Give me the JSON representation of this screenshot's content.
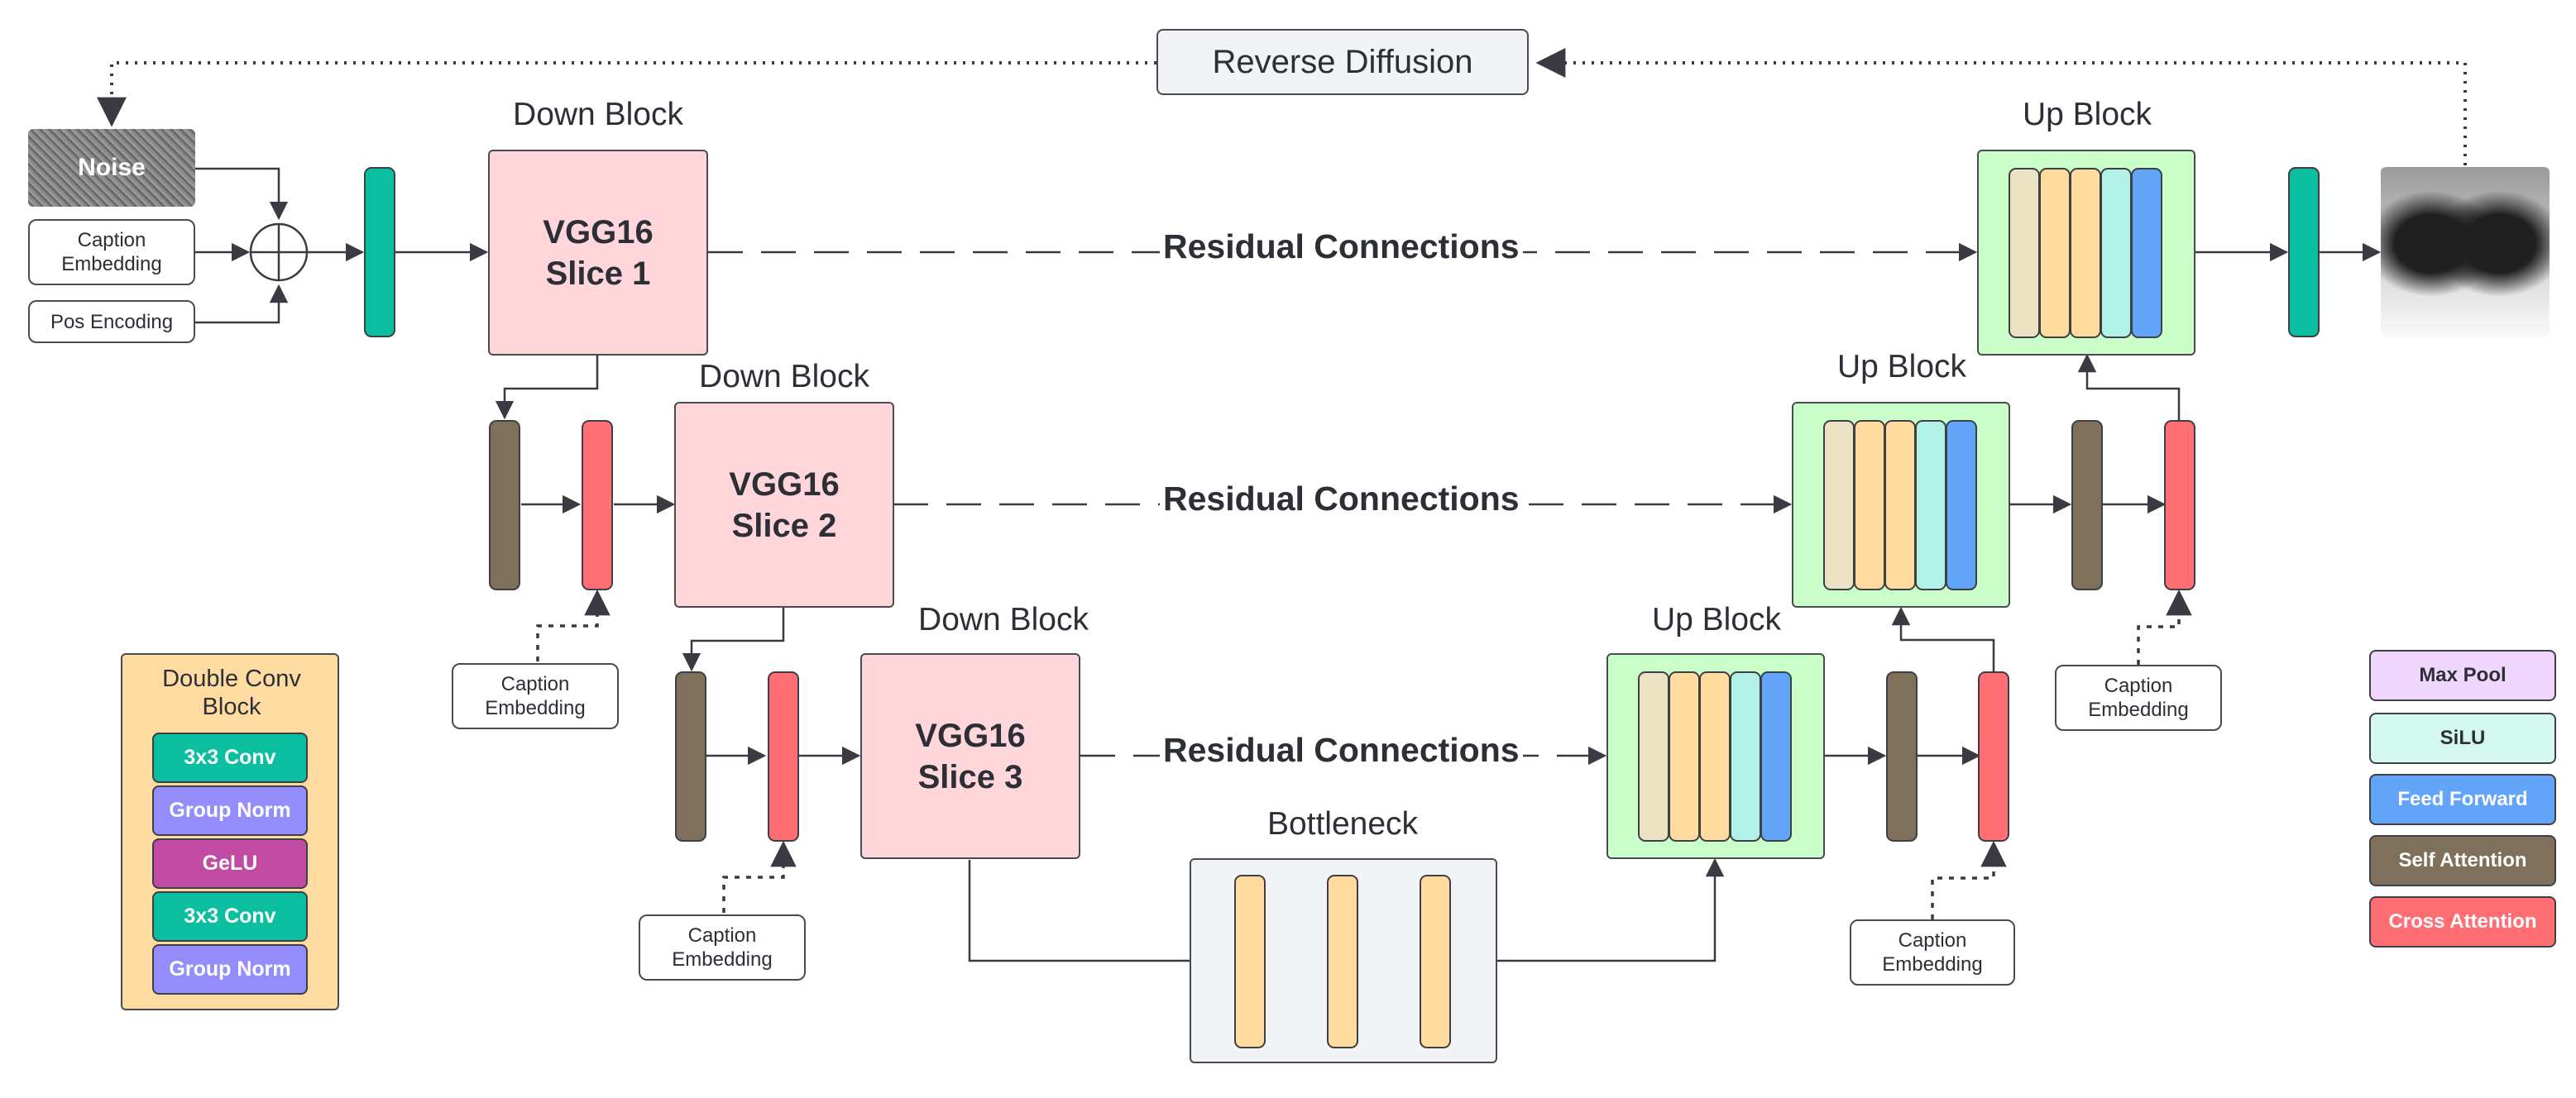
{
  "reverse_diffusion": "Reverse Diffusion",
  "inputs": {
    "noise": "Noise",
    "caption_embedding": "Caption\nEmbedding",
    "pos_encoding": "Pos Encoding"
  },
  "down_blocks": [
    {
      "title": "Down Block",
      "label": "VGG16\nSlice 1"
    },
    {
      "title": "Down Block",
      "label": "VGG16\nSlice 2"
    },
    {
      "title": "Down Block",
      "label": "VGG16\nSlice 3"
    }
  ],
  "up_blocks": [
    {
      "title": "Up Block"
    },
    {
      "title": "Up Block"
    },
    {
      "title": "Up Block"
    }
  ],
  "residual_connections": "Residual Connections",
  "bottleneck": "Bottleneck",
  "caption_embedding": "Caption\nEmbedding",
  "double_conv": {
    "title": "Double Conv\nBlock",
    "layers": [
      "3x3 Conv",
      "Group Norm",
      "GeLU",
      "3x3 Conv",
      "Group Norm"
    ]
  },
  "legend": [
    "Max Pool",
    "SiLU",
    "Feed Forward",
    "Self Attention",
    "Cross Attention"
  ],
  "colors": {
    "conv": "#0cbea0",
    "group_norm": "#958dfc",
    "gelu": "#c14aa3",
    "max_pool": "#f0d6fc",
    "silu": "#d4f7ef",
    "feed_forward": "#62a4f7",
    "self_attention": "#7e705a",
    "cross_attention": "#ff6e72",
    "vgg": "#ffd7db",
    "up_block": "#cbffc9",
    "double_conv_bg": "#fedba0"
  }
}
